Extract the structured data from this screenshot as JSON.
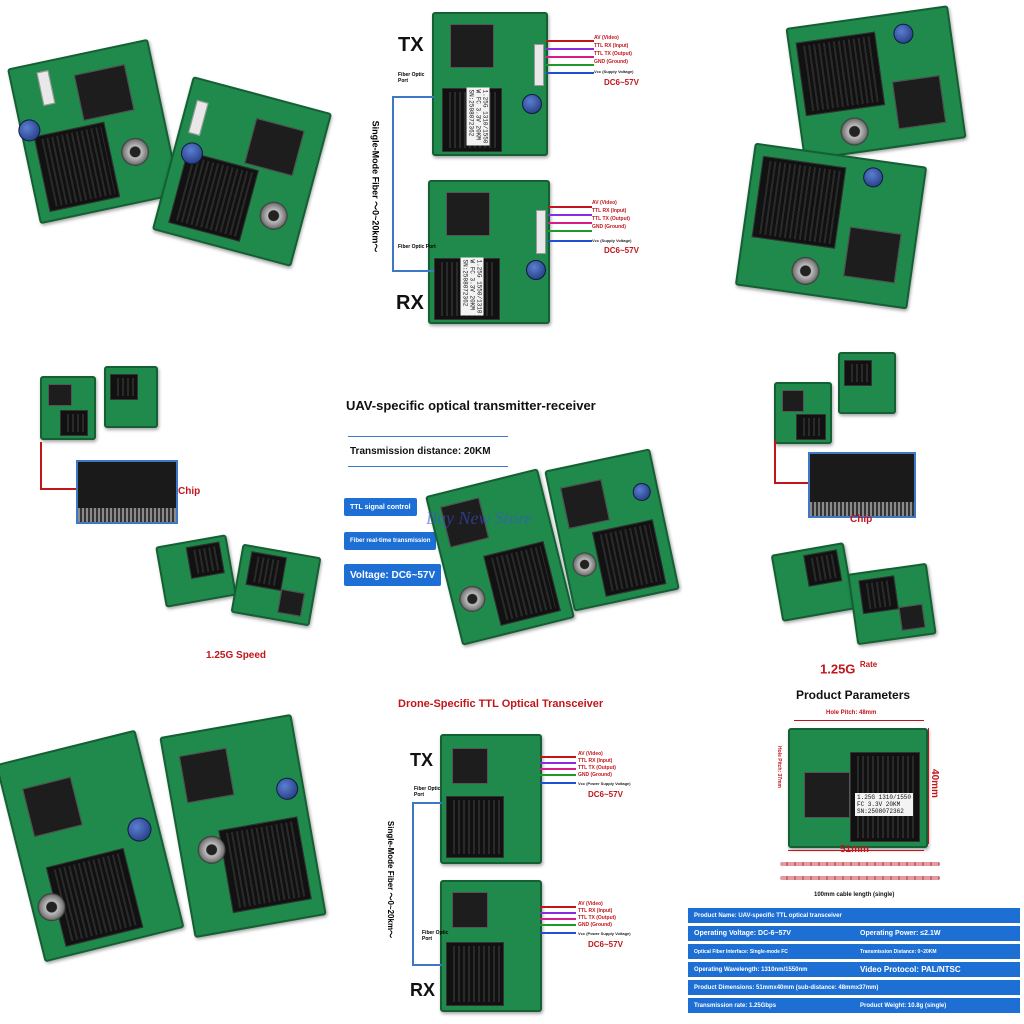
{
  "cells": {
    "top_middle": {
      "tx": "TX",
      "rx": "RX",
      "fiber_label": "Single-Mode Fiber ～0~20km～",
      "port_label_tx": "Fiber Optic\nPort",
      "port_label_rx": "Fiber Optic Port",
      "pins": [
        "AV (Video)",
        "TTL RX (Input)",
        "TTL TX (Output)",
        "GND (Ground)",
        "Vcc (Supply Voltage)"
      ],
      "voltage": "DC6~57V",
      "sticker_tx": "1.25G 1310/1550\nW FC 3.3V 20KM\nSN:2508072362",
      "sticker_rx": "1.25G 1550/1310\nW FC 3.3V 20KM\nSN:2508072362"
    },
    "mid_left": {
      "chip": "Chip",
      "speed": "1.25G Speed"
    },
    "mid_center": {
      "title": "UAV-specific optical transmitter-receiver",
      "distance": "Transmission distance: 20KM",
      "btn1": "TTL signal control",
      "btn2": "Fiber real-time transmission",
      "btn3": "Voltage: DC6~57V",
      "watermark": "Buy New Store"
    },
    "mid_right": {
      "chip": "Chip",
      "rate_main": "1.25G",
      "rate_sup": "Rate"
    },
    "bottom_middle": {
      "title": "Drone-Specific TTL Optical Transceiver",
      "tx": "TX",
      "rx": "RX",
      "fiber_label": "Single-Mode Fiber ～0~20km～",
      "port_label": "Fiber Optic\nPort",
      "pins": [
        "AV (Video)",
        "TTL RX (Input)",
        "TTL TX (Output)",
        "GND (Ground)",
        "Vcc (Power Supply Voltage)"
      ],
      "voltage": "DC6~57V"
    },
    "bottom_right": {
      "title": "Product Parameters",
      "hole_pitch": "Hole Pitch: 48mm",
      "hole_side": "Hole Pitch: 37mm",
      "height": "40mm",
      "width": "51mm",
      "cable": "100mm cable length (single)",
      "sticker": "1.25G 1310/1550\nFC 3.3V 20KM\nSN:2508072362",
      "rows": [
        [
          "Product Name: UAV-specific TTL optical transceiver",
          ""
        ],
        [
          "Operating Voltage: DC-6~57V",
          "Operating Power: ≤2.1W"
        ],
        [
          "Optical Fiber Interface: Single-mode FC",
          "Transmission Distance: 0~20KM"
        ],
        [
          "Operating Wavelength: 1310nm/1550nm",
          "Video Protocol: PAL/NTSC"
        ],
        [
          "Product Dimensions: 51mmx40mm (sub-distance: 48mmx37mm)",
          ""
        ],
        [
          "Transmission rate: 1.25Gbps",
          "Product Weight: 10.8g (single)"
        ]
      ]
    }
  },
  "colors": {
    "pcb": "#1f8a4c",
    "accent_red": "#c2151b",
    "accent_blue": "#1e6fd4",
    "text_dark": "#111111"
  }
}
